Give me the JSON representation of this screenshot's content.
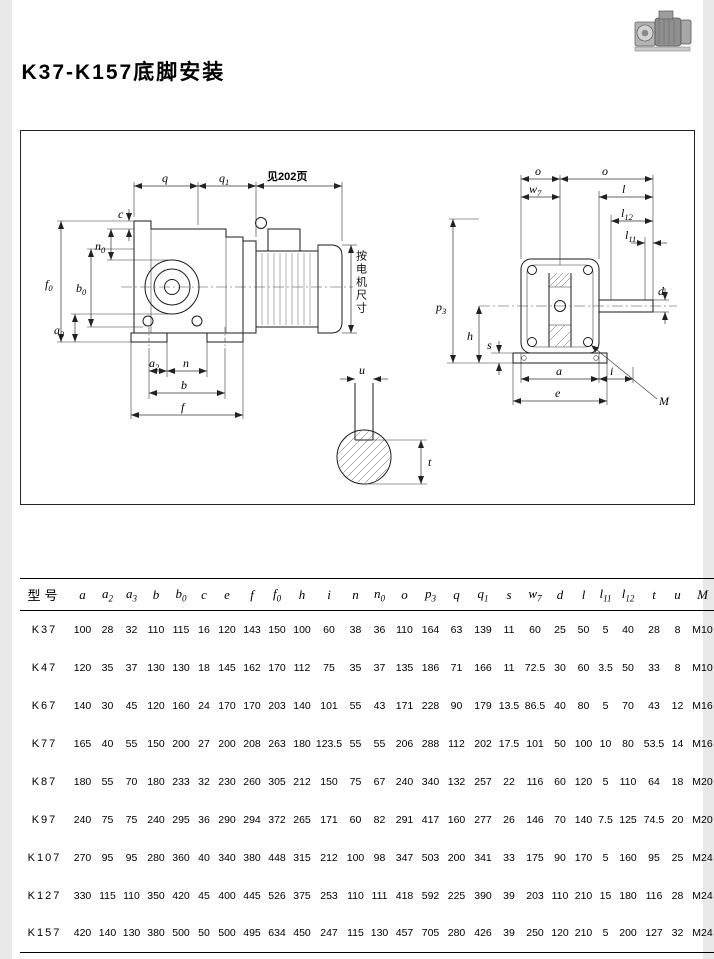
{
  "page": {
    "title": "K37-K157底脚安装"
  },
  "drawings": {
    "left": {
      "see_page_note": "见202页",
      "motor_note": "按电机尺寸",
      "dims": {
        "q": {
          "b": "q"
        },
        "q1": {
          "b": "q",
          "s": "1"
        },
        "c": {
          "b": "c"
        },
        "n0": {
          "b": "n",
          "s": "0"
        },
        "b0": {
          "b": "b",
          "s": "0"
        },
        "f0": {
          "b": "f",
          "s": "0"
        },
        "a3": {
          "b": "a",
          "s": "3"
        },
        "a2": {
          "b": "a",
          "s": "2"
        },
        "n": {
          "b": "n"
        },
        "b": {
          "b": "b"
        },
        "f": {
          "b": "f"
        }
      }
    },
    "right": {
      "dims": {
        "o_left": {
          "b": "o"
        },
        "o_right": {
          "b": "o"
        },
        "w7": {
          "b": "w",
          "s": "7"
        },
        "l": {
          "b": "l"
        },
        "l12": {
          "b": "l",
          "s": "12"
        },
        "l11": {
          "b": "l",
          "s": "11"
        },
        "d": {
          "b": "d"
        },
        "p3": {
          "b": "p",
          "s": "3"
        },
        "h": {
          "b": "h"
        },
        "s": {
          "b": "s"
        },
        "a": {
          "b": "a"
        },
        "i": {
          "b": "i"
        },
        "e": {
          "b": "e"
        },
        "M": {
          "b": "M"
        }
      }
    },
    "section": {
      "dims": {
        "u": {
          "b": "u"
        },
        "t": {
          "b": "t"
        }
      }
    }
  },
  "table": {
    "headers": [
      {
        "b": "型号",
        "cjk": true
      },
      {
        "b": "a"
      },
      {
        "b": "a",
        "s": "2"
      },
      {
        "b": "a",
        "s": "3"
      },
      {
        "b": "b"
      },
      {
        "b": "b",
        "s": "0"
      },
      {
        "b": "c"
      },
      {
        "b": "e"
      },
      {
        "b": "f"
      },
      {
        "b": "f",
        "s": "0"
      },
      {
        "b": "h"
      },
      {
        "b": "i"
      },
      {
        "b": "n"
      },
      {
        "b": "n",
        "s": "0"
      },
      {
        "b": "o"
      },
      {
        "b": "p",
        "s": "3"
      },
      {
        "b": "q"
      },
      {
        "b": "q",
        "s": "1"
      },
      {
        "b": "s"
      },
      {
        "b": "w",
        "s": "7"
      },
      {
        "b": "d"
      },
      {
        "b": "l"
      },
      {
        "b": "l",
        "s": "11"
      },
      {
        "b": "l",
        "s": "12"
      },
      {
        "b": "t"
      },
      {
        "b": "u"
      },
      {
        "b": "M"
      }
    ],
    "rows": [
      {
        "model": "K37",
        "values": [
          "100",
          "28",
          "32",
          "110",
          "115",
          "16",
          "120",
          "143",
          "150",
          "100",
          "60",
          "38",
          "36",
          "110",
          "164",
          "63",
          "139",
          "11",
          "60",
          "25",
          "50",
          "5",
          "40",
          "28",
          "8",
          "M10"
        ]
      },
      {
        "model": "K47",
        "values": [
          "120",
          "35",
          "37",
          "130",
          "130",
          "18",
          "145",
          "162",
          "170",
          "112",
          "75",
          "35",
          "37",
          "135",
          "186",
          "71",
          "166",
          "11",
          "72.5",
          "30",
          "60",
          "3.5",
          "50",
          "33",
          "8",
          "M10"
        ]
      },
      {
        "model": "K67",
        "values": [
          "140",
          "30",
          "45",
          "120",
          "160",
          "24",
          "170",
          "170",
          "203",
          "140",
          "101",
          "55",
          "43",
          "171",
          "228",
          "90",
          "179",
          "13.5",
          "86.5",
          "40",
          "80",
          "5",
          "70",
          "43",
          "12",
          "M16"
        ]
      },
      {
        "model": "K77",
        "values": [
          "165",
          "40",
          "55",
          "150",
          "200",
          "27",
          "200",
          "208",
          "263",
          "180",
          "123.5",
          "55",
          "55",
          "206",
          "288",
          "112",
          "202",
          "17.5",
          "101",
          "50",
          "100",
          "10",
          "80",
          "53.5",
          "14",
          "M16"
        ]
      },
      {
        "model": "K87",
        "values": [
          "180",
          "55",
          "70",
          "180",
          "233",
          "32",
          "230",
          "260",
          "305",
          "212",
          "150",
          "75",
          "67",
          "240",
          "340",
          "132",
          "257",
          "22",
          "116",
          "60",
          "120",
          "5",
          "110",
          "64",
          "18",
          "M20"
        ]
      },
      {
        "model": "K97",
        "values": [
          "240",
          "75",
          "75",
          "240",
          "295",
          "36",
          "290",
          "294",
          "372",
          "265",
          "171",
          "60",
          "82",
          "291",
          "417",
          "160",
          "277",
          "26",
          "146",
          "70",
          "140",
          "7.5",
          "125",
          "74.5",
          "20",
          "M20"
        ]
      },
      {
        "model": "K107",
        "values": [
          "270",
          "95",
          "95",
          "280",
          "360",
          "40",
          "340",
          "380",
          "448",
          "315",
          "212",
          "100",
          "98",
          "347",
          "503",
          "200",
          "341",
          "33",
          "175",
          "90",
          "170",
          "5",
          "160",
          "95",
          "25",
          "M24"
        ]
      },
      {
        "model": "K127",
        "values": [
          "330",
          "115",
          "110",
          "350",
          "420",
          "45",
          "400",
          "445",
          "526",
          "375",
          "253",
          "110",
          "111",
          "418",
          "592",
          "225",
          "390",
          "39",
          "203",
          "110",
          "210",
          "15",
          "180",
          "116",
          "28",
          "M24"
        ]
      },
      {
        "model": "K157",
        "values": [
          "420",
          "140",
          "130",
          "380",
          "500",
          "50",
          "500",
          "495",
          "634",
          "450",
          "247",
          "115",
          "130",
          "457",
          "705",
          "280",
          "426",
          "39",
          "250",
          "120",
          "210",
          "5",
          "200",
          "127",
          "32",
          "M24"
        ]
      }
    ]
  }
}
